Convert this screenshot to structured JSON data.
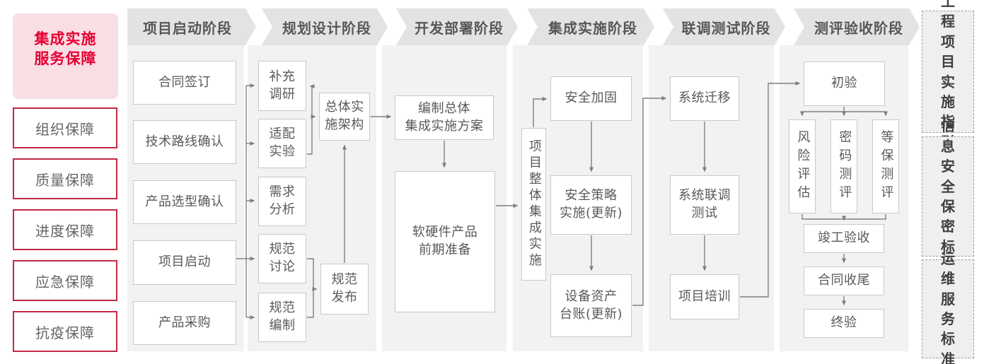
{
  "sidebar": {
    "title": "集成实施\n服务保障",
    "items": [
      "组织保障",
      "质量保障",
      "进度保障",
      "应急保障",
      "抗疫保障"
    ]
  },
  "phases": [
    {
      "label": "项目启动阶段",
      "boxes": [
        "合同签订",
        "技术路线确认",
        "产品选型确认",
        "项目启动",
        "产品采购"
      ]
    },
    {
      "label": "规划设计阶段",
      "boxes": [
        "补充\n调研",
        "适配\n实验",
        "需求\n分析",
        "规范\n讨论",
        "规范\n编制",
        "总体实\n施架构",
        "规范\n发布"
      ]
    },
    {
      "label": "开发部署阶段",
      "boxes": [
        "编制总体\n集成实施方案",
        "软硬件产品\n前期准备"
      ]
    },
    {
      "label": "集成实施阶段",
      "boxes": [
        "项目整体集成实施",
        "安全加固",
        "安全策略\n实施(更新)",
        "设备资产\n台账(更新)"
      ]
    },
    {
      "label": "联调测试阶段",
      "boxes": [
        "系统迁移",
        "系统联调\n测试",
        "项目培训"
      ]
    },
    {
      "label": "测评验收阶段",
      "boxes": [
        "初验",
        "风险评估",
        "密码测评",
        "等保测评",
        "竣工验收",
        "合同收尾",
        "终验"
      ]
    }
  ],
  "standards": [
    "工程\n项目\n实施\n指引",
    "信息\n安全\n保密\n标准",
    "运维\n服务\n标准"
  ],
  "colors": {
    "accent_red": "#e60032",
    "border_red": "#c22a43",
    "pink_bg": "#f9dee4",
    "banner_bg": "#e3e3e3",
    "panel_bg": "#f2f2f2",
    "box_border": "#c9c9c9",
    "text_gray": "#595959",
    "line_gray": "#7f7f7f"
  }
}
